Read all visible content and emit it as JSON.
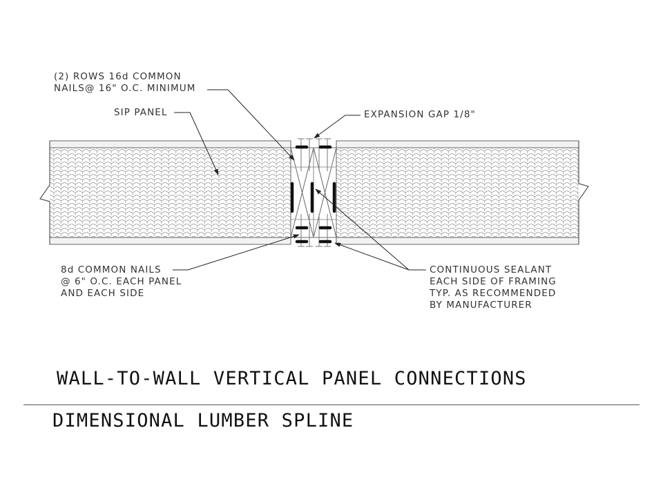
{
  "notes": {
    "nails_16d": [
      "(2) ROWS 16d COMMON",
      "NAILS@ 16\" O.C. MINIMUM"
    ],
    "sip_panel": [
      "SIP PANEL"
    ],
    "expansion_gap": [
      "EXPANSION GAP 1/8\""
    ],
    "nails_8d": [
      "8d COMMON NAILS",
      "@ 6\" O.C. EACH PANEL",
      "AND EACH SIDE"
    ],
    "sealant": [
      "CONTINUOUS SEALANT",
      "EACH SIDE OF FRAMING",
      "TYP. AS RECOMMENDED",
      "BY MANUFACTURER"
    ]
  },
  "title": "WALL-TO-WALL VERTICAL PANEL CONNECTIONS",
  "subtitle": "DIMENSIONAL LUMBER SPLINE"
}
